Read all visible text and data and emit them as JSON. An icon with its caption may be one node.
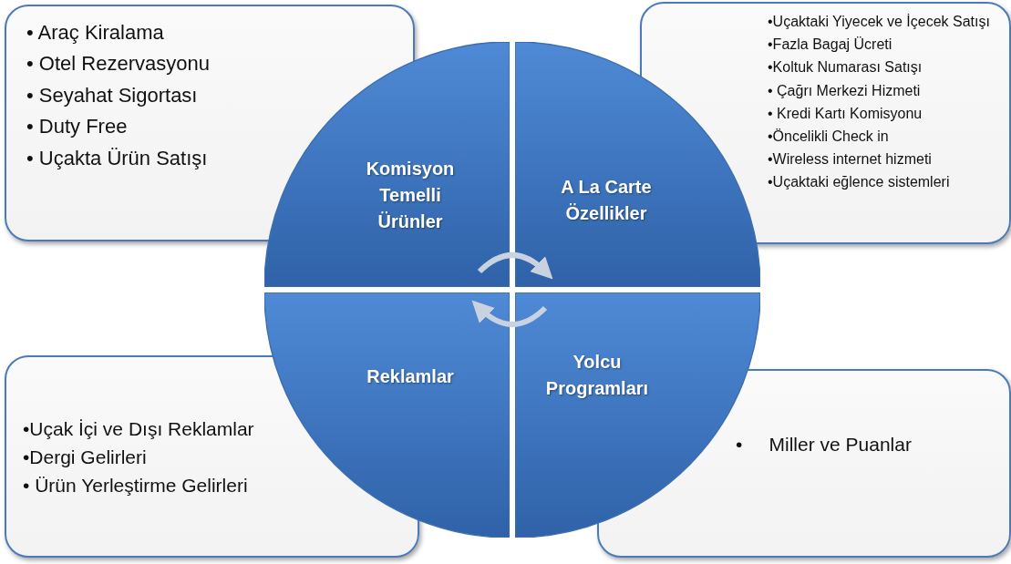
{
  "diagram": {
    "nodes": [
      {
        "text": [
          "• Araç Kiralama",
          "• Otel Rezervasyonu",
          "• Seyahat Sigortası",
          "• Duty Free",
          "• Uçakta Ürün Satışı"
        ]
      },
      {
        "text": [
          "•Uçaktaki Yiyecek ve İçecek Satışı",
          "•Fazla Bagaj Ücreti",
          "•Koltuk Numarası Satışı",
          "• Çağrı Merkezi Hizmeti",
          "• Kredi Kartı Komisyonu",
          "•Öncelikli Check in",
          "•Wireless internet hizmeti",
          "•Uçaktaki eğlence sistemleri"
        ]
      },
      {
        "text": [
          "Komisyon Temelli Ürünler"
        ]
      },
      {
        "text": [
          "A La Carte Özellikler"
        ]
      },
      {
        "text": [
          "Reklamlar"
        ]
      },
      {
        "text": [
          "Yolcu Programları"
        ]
      },
      {
        "text": [
          "•Uçak İçi ve Dışı Reklamlar",
          "•Dergi Gelirleri",
          "• Ürün Yerleştirme Gelirleri"
        ]
      },
      {
        "text": [
          "•     Miller ve Puanlar"
        ]
      }
    ],
    "edges": [
      {
        "from": 2,
        "to": 3,
        "arrow": "to"
      },
      {
        "from": 5,
        "to": 4,
        "arrow": "to"
      }
    ]
  }
}
